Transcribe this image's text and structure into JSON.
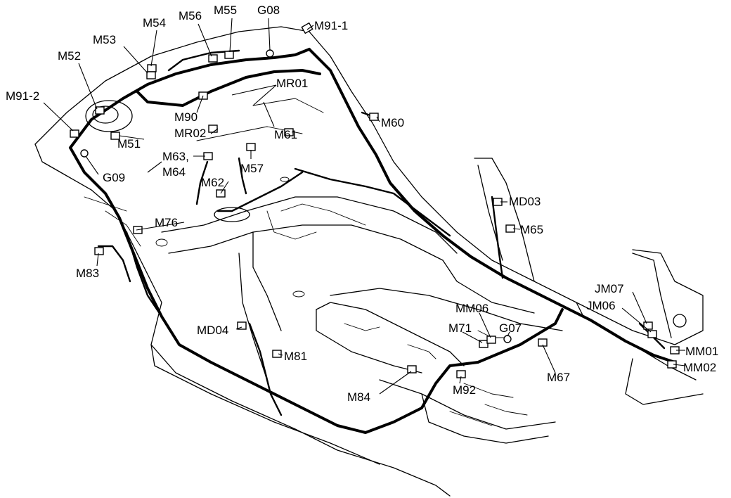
{
  "labels": {
    "m91_1": "M91-1",
    "m55": "M55",
    "g08": "G08",
    "m56": "M56",
    "m54": "M54",
    "m53": "M53",
    "m52": "M52",
    "m91_2": "M91-2",
    "mr01": "MR01",
    "m90": "M90",
    "mr02": "MR02",
    "m51": "M51",
    "m61": "M61",
    "m60": "M60",
    "g09": "G09",
    "m63": "M63,",
    "m64": "M64",
    "m57": "M57",
    "m62": "M62",
    "m76": "M76",
    "md03": "MD03",
    "m65": "M65",
    "m83": "M83",
    "jm07": "JM07",
    "jm06": "JM06",
    "mm06": "MM06",
    "m71": "M71",
    "g07": "G07",
    "md04": "MD04",
    "m81": "M81",
    "mm01": "MM01",
    "mm02": "MM02",
    "m67": "M67",
    "m92": "M92",
    "m84": "M84"
  }
}
